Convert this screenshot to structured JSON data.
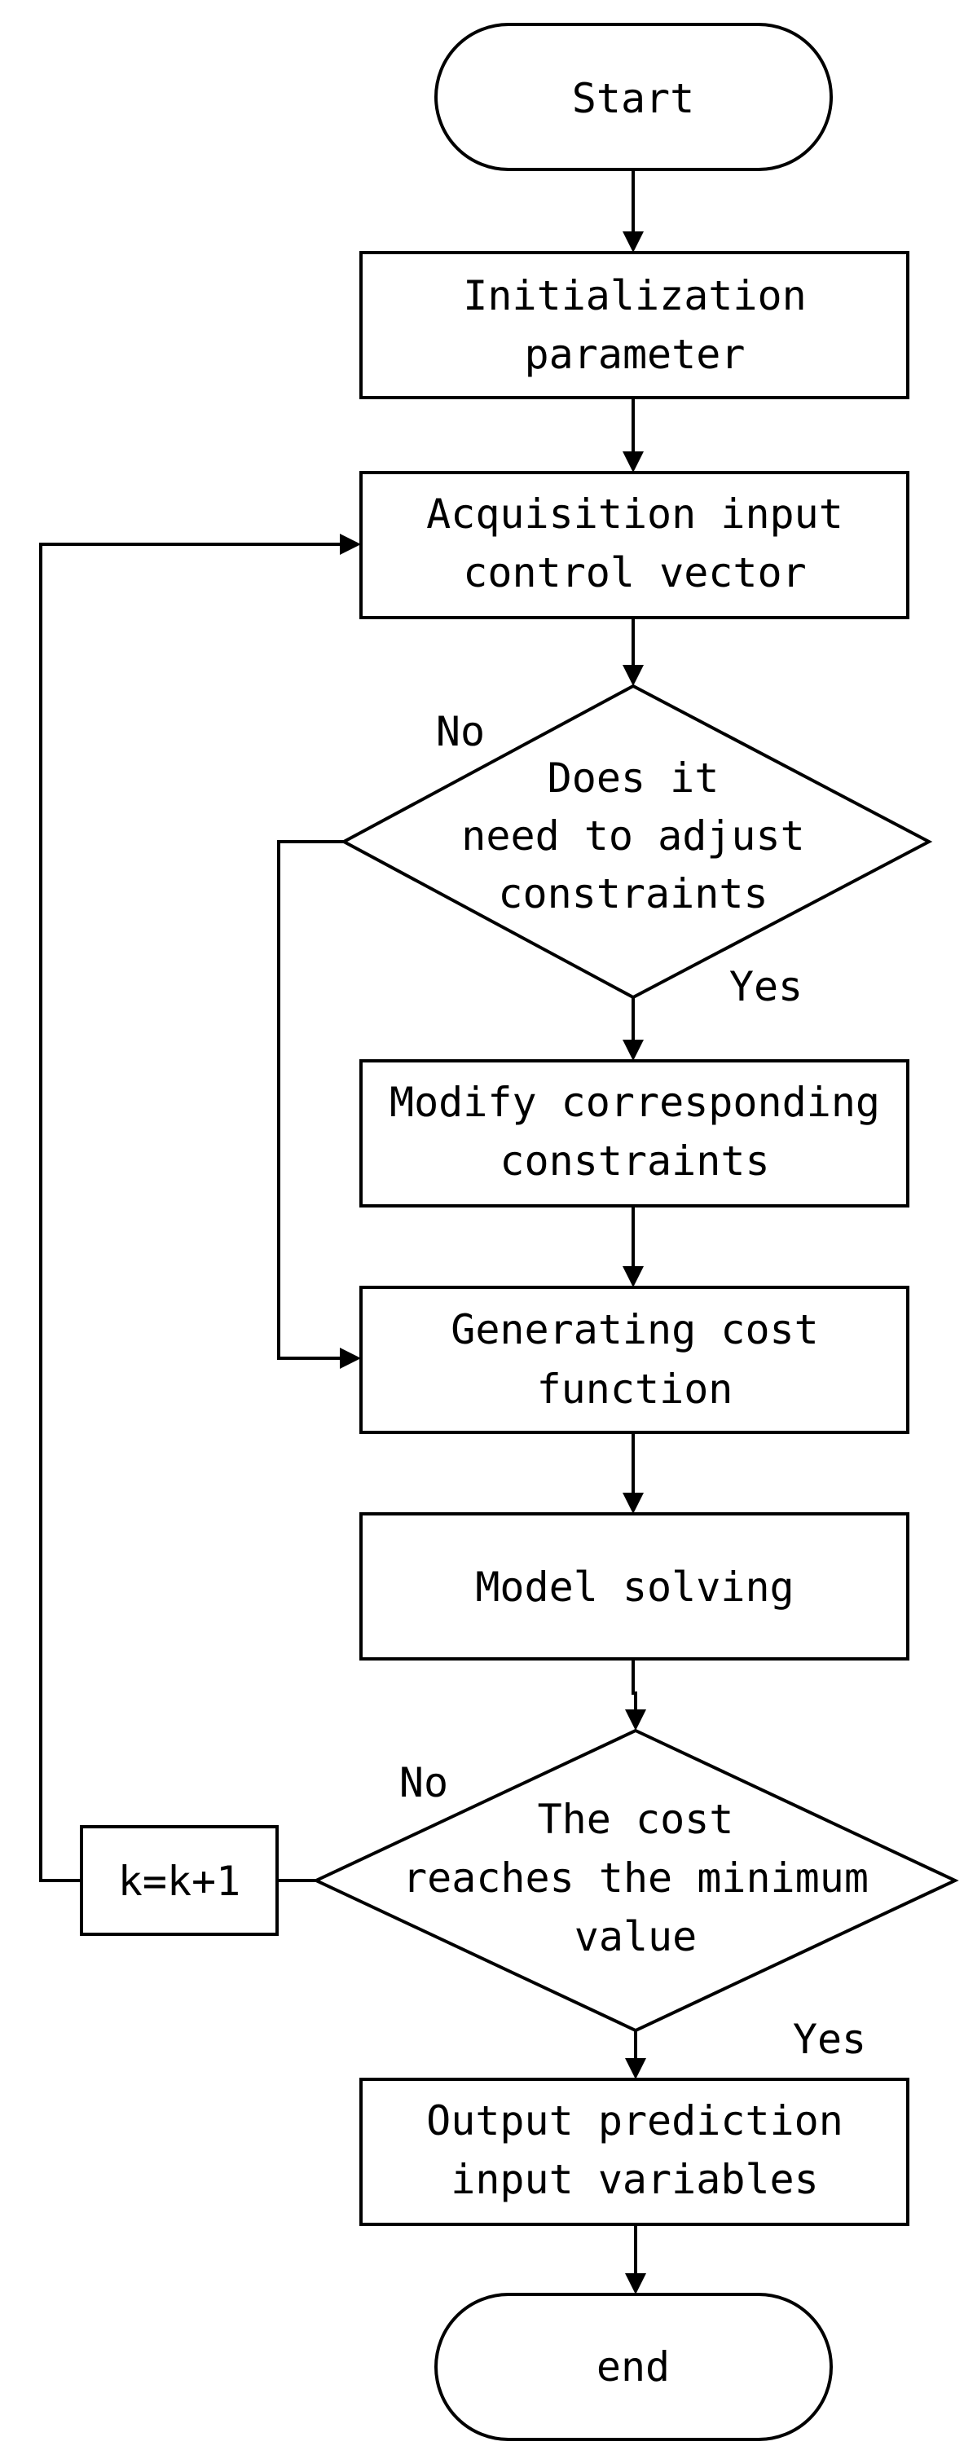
{
  "flowchart": {
    "start": "Start",
    "init": [
      "Initialization",
      "parameter"
    ],
    "acquire": [
      "Acquisition input",
      "control vector"
    ],
    "decision_adjust": [
      "Does it",
      "need to adjust",
      "constraints"
    ],
    "decision_adjust_no": "No",
    "decision_adjust_yes": "Yes",
    "modify": [
      "Modify corresponding",
      "constraints"
    ],
    "generate": [
      "Generating cost",
      "function"
    ],
    "solve": "Model solving",
    "decision_cost": [
      "The cost",
      "reaches the minimum",
      "value"
    ],
    "decision_cost_no": "No",
    "decision_cost_yes": "Yes",
    "counter": "k=k+1",
    "output": [
      "Output prediction",
      "input variables"
    ],
    "end": "end"
  }
}
